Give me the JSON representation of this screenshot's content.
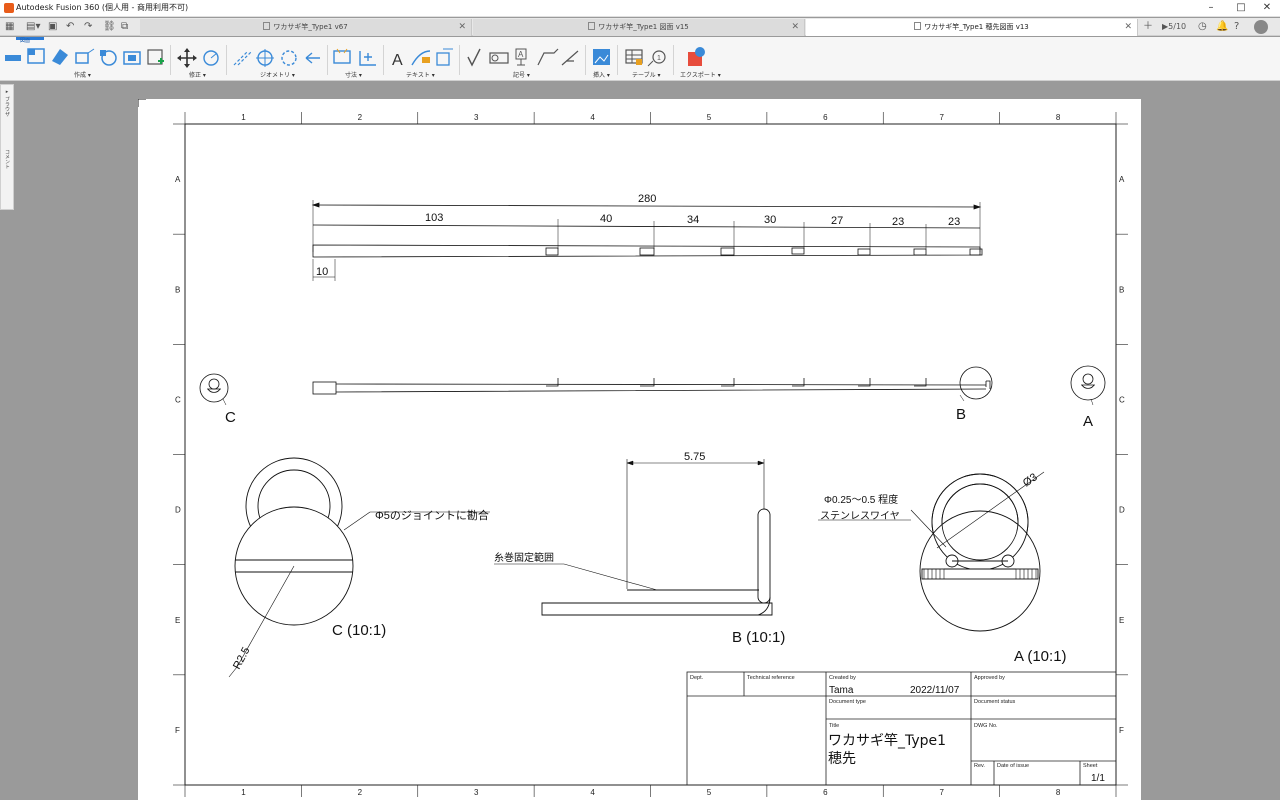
{
  "window": {
    "title": "Autodesk Fusion 360 (個人用 - 商用利用不可)",
    "minimize": "–",
    "maximize": "□",
    "close": "✕"
  },
  "tabs": [
    {
      "label": "ワカサギ竿_Type1 v67",
      "active": false
    },
    {
      "label": "ワカサギ竿_Type1 図面 v15",
      "active": false
    },
    {
      "label": "ワカサギ竿_Type1 穂先図面 v13",
      "active": true
    }
  ],
  "tabbar_right": {
    "jobs": "5/10"
  },
  "toolbar": {
    "active_tab": "図面",
    "groups": [
      {
        "label": "作成 ▾"
      },
      {
        "label": "修正 ▾"
      },
      {
        "label": "ジオメトリ ▾"
      },
      {
        "label": "寸法 ▾"
      },
      {
        "label": "テキスト ▾"
      },
      {
        "label": "記号 ▾"
      },
      {
        "label": "挿入 ▾"
      },
      {
        "label": "テーブル ▾"
      },
      {
        "label": "エクスポート ▾"
      }
    ]
  },
  "sidepanel": {
    "browser": "▸ ブラウザ",
    "comments": "コメント"
  },
  "sheet": {
    "zones_x": [
      "1",
      "2",
      "3",
      "4",
      "5",
      "6",
      "7",
      "8"
    ],
    "zones_y": [
      "A",
      "B",
      "C",
      "D",
      "E",
      "F"
    ],
    "top_view": {
      "overall": "280",
      "segments": [
        "103",
        "40",
        "34",
        "30",
        "27",
        "23",
        "23"
      ],
      "butt": "10"
    },
    "callouts": {
      "c": "C",
      "b": "B",
      "a": "A"
    },
    "detail_c": {
      "title": "C (10:1)",
      "note": "Φ5のジョイントに勘合",
      "radius": "R2.5"
    },
    "detail_b": {
      "title": "B (10:1)",
      "width": "5.75",
      "note": "糸巻固定範囲"
    },
    "detail_a": {
      "title": "A (10:1)",
      "diameter": "Ø3",
      "note_1": "Φ0.25～0.5 程度",
      "note_2": "ステンレスワイヤ"
    }
  },
  "title_block": {
    "dept_label": "Dept.",
    "tech_ref_label": "Technical reference",
    "created_by_label": "Created by",
    "created_by": "Tama",
    "date": "2022/11/07",
    "approved_by_label": "Approved by",
    "doc_type_label": "Document type",
    "doc_status_label": "Document status",
    "title_label": "Title",
    "title_line1": "ワカサギ竿_Type1",
    "title_line2": "穂先",
    "dwg_label": "DWG No.",
    "rev_label": "Rev.",
    "date_issue_label": "Date of issue",
    "sheet_label": "Sheet",
    "sheet_value": "1/1"
  }
}
